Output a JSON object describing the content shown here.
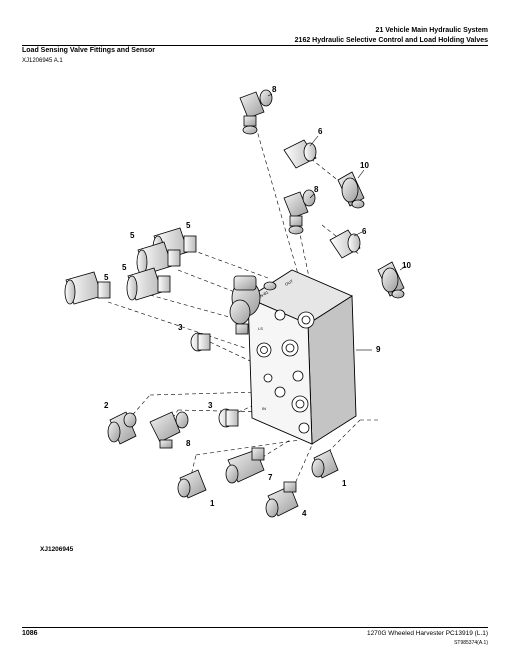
{
  "header": {
    "line1": "21 Vehicle Main Hydraulic System",
    "line2": "2162 Hydraulic Selective Control and Load Holding Valves"
  },
  "section": {
    "title": "Load Sensing Valve Fittings and Sensor",
    "figure_ref": "XJ1206945 A.1"
  },
  "figure": {
    "id": "XJ1206945",
    "callouts": [
      "8",
      "6",
      "10",
      "8",
      "6",
      "10",
      "5",
      "5",
      "5",
      "5",
      "3",
      "9",
      "2",
      "3",
      "8",
      "7",
      "1",
      "1",
      "4"
    ],
    "block_labels": [
      "IN-B1",
      "OUT",
      "LS",
      "IN"
    ]
  },
  "footer": {
    "page": "1086",
    "machine": "1270G Wheeled Harvester   PC13919   (L.1)",
    "code": "ST985374(A.1)"
  }
}
